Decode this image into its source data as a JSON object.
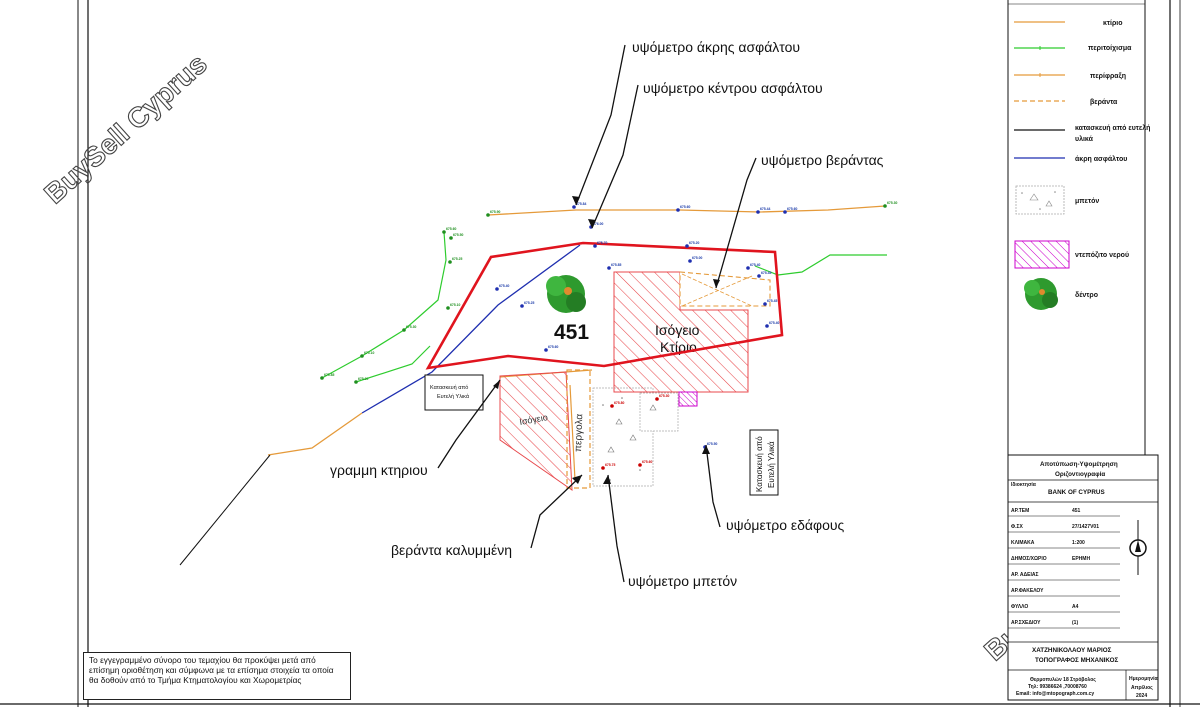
{
  "labels": {
    "edge_asphalt": "υψόμετρο άκρης ασφάλτου",
    "center_asphalt": "υψόμετρο κέντρου ασφάλτου",
    "veranda_elev": "υψόμετρο βεράντας",
    "building_line": "γραμμη κτηριου",
    "covered_veranda": "βεράντα καλυμμένη",
    "soil_elev": "υψόμετρο εδάφους",
    "concrete_elev": "υψόμετρο μπετόν",
    "plot_number": "451",
    "ground_floor": "Ισόγειο",
    "building": "Κτίριο",
    "ground_floor_2": "Ισόγειο",
    "pergola": "περγολα",
    "light_material_1": "Κατασκευή από",
    "light_material_1b": "Ευτελή Υλικά",
    "light_material_2": "Κατασκευή από",
    "light_material_2b": "Ευτελή Υλικά"
  },
  "legend": [
    {
      "label": "κτίριο",
      "color": "#e59a3a",
      "style": "line"
    },
    {
      "label": "περιτοίχισμα",
      "color": "#2ecc2e",
      "style": "line"
    },
    {
      "label": "περίφραξη",
      "color": "#e59a3a",
      "style": "line"
    },
    {
      "label": "βεράντα",
      "color": "#e59a3a",
      "style": "dashed"
    },
    {
      "label": "κατασκευή από ευτελή",
      "label2": "υλικά",
      "color": "#111111",
      "style": "line"
    },
    {
      "label": "άκρη ασφάλτου",
      "color": "#1f2fb0",
      "style": "line"
    },
    {
      "label": "μπετόν",
      "color": "#999999",
      "style": "box"
    },
    {
      "label": "ντεπόζιτο νερού",
      "color": "#cc00cc",
      "style": "hatch"
    },
    {
      "label": "δέντρο",
      "color": "#2e9a2e",
      "style": "tree"
    }
  ],
  "elevations": {
    "blue": [
      "675.84",
      "676.00",
      "675.60",
      "675.44",
      "675.60",
      "675.70",
      "675.20",
      "675.00",
      "675.40",
      "675.45",
      "675.45",
      "675.40",
      "675.85",
      "675.25",
      "675.40",
      "675.60",
      "675.50"
    ],
    "green": [
      "675.90",
      "675.60",
      "675.50",
      "675.25",
      "675.10",
      "675.30",
      "675.10",
      "675.85",
      "675.20",
      "675.30"
    ],
    "red": [
      "675.80",
      "675.60",
      "675.75",
      "675.30"
    ]
  },
  "title_block": {
    "title1": "Αποτύπωση-Υψομέτρηση",
    "title2": "Οριζοντιογραφία",
    "owner_label": "Ιδιοκτησία",
    "owner": "BANK OF CYPRUS",
    "rows": [
      {
        "k": "ΑΡ.ΤΕΜ",
        "v": "451"
      },
      {
        "k": "Φ.ΣΧ",
        "v": "27/1427V01"
      },
      {
        "k": "ΚΛΙΜΑΚΑ",
        "v": "1:200"
      },
      {
        "k": "ΔΗΜΟΣ/ΧΩΡΙΟ",
        "v": "ΕΡΗΜΗ"
      },
      {
        "k": "ΑΡ. ΑΔΕΙΑΣ",
        "v": ""
      },
      {
        "k": "ΑΡ.ΦΑΚΕΛΟΥ",
        "v": ""
      },
      {
        "k": "ΦΥΛΛΟ",
        "v": "Α4"
      },
      {
        "k": "ΑΡ.ΣΧΕΔΙΟΥ",
        "v": "(1)"
      }
    ],
    "surveyor": "ΧΑΤΖΗΝΙΚΟΛΑΟΥ ΜΑΡΙΟΣ",
    "profession": "ΤΟΠΟΓΡΑΦΟΣ ΜΗΧΑΝΙΚΟΣ",
    "address": "Θερμοπυλών 18 Στρόβολος",
    "phone": "Τηλ: 99386624 ,70008760",
    "email": "Email: info@mtopograph.com.cy",
    "date_label": "Ημερομηνία",
    "date_month": "Απρίλιος",
    "date_year": "2024"
  },
  "note": "Το εγγεγραμμένο σύνορο του τεμαχίου θα προκύψει μετά από επίσημη οριοθέτηση και  σύμφωνα με τα επίσημα στοιχεία τα οποία θα δοθούν από το Τμήμα Κτηματολογίου και Χωρομετρίας",
  "watermark": "BuySell Cyprus",
  "colors": {
    "boundary": "#e0141e",
    "building_line": "#e59a3a",
    "wall": "#2ecc2e",
    "asphalt_edge": "#1f2fb0",
    "hatch": "#e8484c"
  }
}
